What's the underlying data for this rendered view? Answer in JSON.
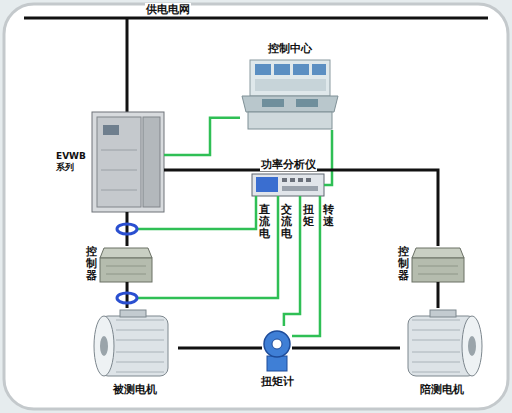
{
  "diagram": {
    "nodes": [
      {
        "text": [
          "控制中心"
        ]
      },
      {
        "text": [
          "EVWB 系列"
        ]
      },
      {
        "text": [
          "功率分析仪"
        ]
      },
      {
        "text": [
          "控制器"
        ]
      },
      {
        "text": [
          "控制器"
        ]
      },
      {
        "text": [
          "被测电机"
        ]
      },
      {
        "text": [
          "扭矩计"
        ]
      },
      {
        "text": [
          "陪测电机"
        ]
      }
    ],
    "edges": [
      {
        "from": 0,
        "to": 1,
        "arrow": "none"
      },
      {
        "from": 0,
        "to": 2,
        "arrow": "none"
      },
      {
        "from": 1,
        "to": 3,
        "arrow": "none"
      },
      {
        "from": 1,
        "to": 4,
        "arrow": "none"
      },
      {
        "from": 3,
        "to": 5,
        "arrow": "none"
      },
      {
        "from": 4,
        "to": 7,
        "arrow": "none"
      },
      {
        "from": 5,
        "to": 6,
        "arrow": "none"
      },
      {
        "from": 6,
        "to": 7,
        "arrow": "none"
      },
      {
        "from": 2,
        "to": 6,
        "arrow": "none"
      },
      {
        "from": 2,
        "to": 6,
        "arrow": "none"
      }
    ],
    "labels": [
      "供电电网",
      "直流电",
      "交流电",
      "扭矩",
      "转速"
    ]
  }
}
